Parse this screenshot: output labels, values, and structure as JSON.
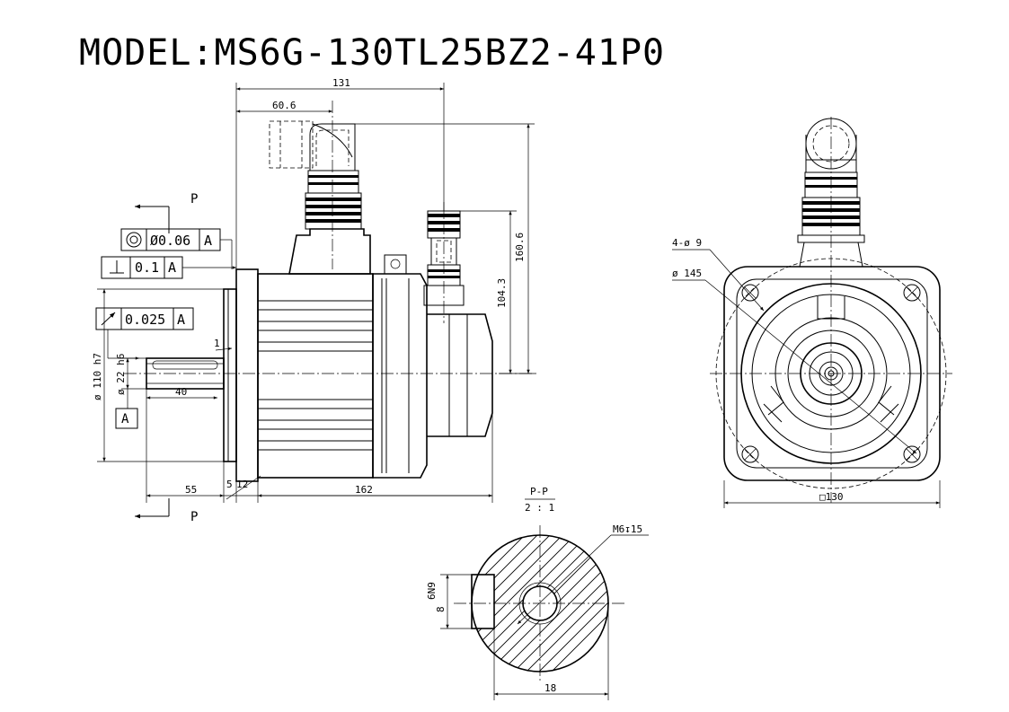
{
  "title": "MODEL:MS6G-130TL25BZ2-41P0",
  "side_view": {
    "dim_overall_top": "131",
    "dim_connector_offset": "60.6",
    "dim_total_height": "160.6",
    "dim_connector_height": "104.3",
    "dim_shaft_length": "55",
    "dim_flange_5": "5",
    "dim_flange_12": "12",
    "dim_body_length": "162",
    "dim_key_length": "40",
    "dim_chamfer": "1",
    "dim_pilot_dia": "ø 110 h7",
    "dim_shaft_dia": "ø 22 h6",
    "section_label_top": "P",
    "section_label_bottom": "P",
    "datum_label": "A",
    "tol_concentricity": {
      "value": "Ø0.06",
      "datum": "A"
    },
    "tol_perpendicularity": {
      "value": "0.1",
      "datum": "A"
    },
    "tol_runout": {
      "value": "0.025",
      "datum": "A"
    }
  },
  "front_view": {
    "dim_holes": "4-ø 9",
    "dim_bolt_circle": "ø 145",
    "dim_flange_square": "□130"
  },
  "section_view": {
    "title": "P-P",
    "scale": "2 : 1",
    "dim_thread": "M6↧15",
    "dim_key_width": "6N9",
    "dim_key_height": "8",
    "dim_diameter": "18"
  }
}
